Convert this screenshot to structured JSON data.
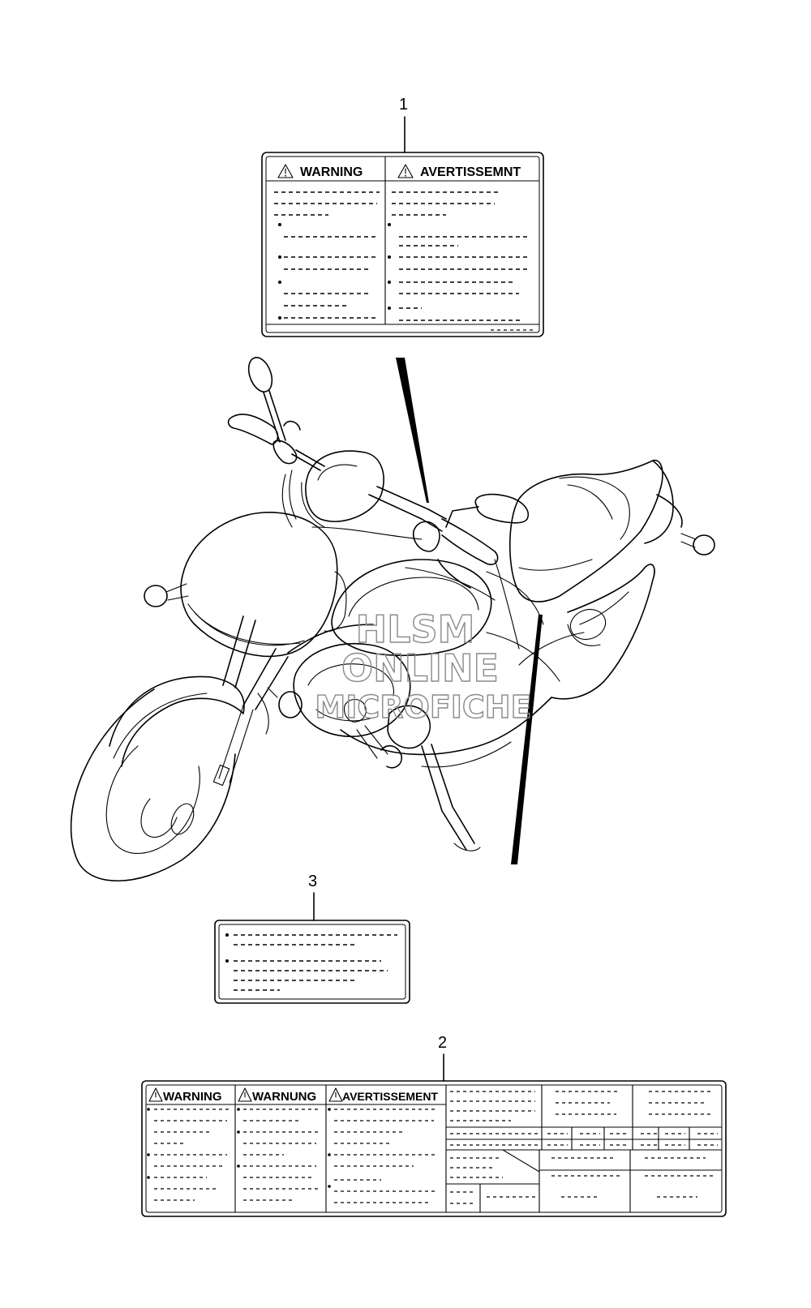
{
  "callouts": {
    "item1": "1",
    "item2": "2",
    "item3": "3"
  },
  "label1": {
    "left_heading": "WARNING",
    "right_heading": "AVERTISSEMNT"
  },
  "label2": {
    "heading_1": "WARNING",
    "heading_2": "WARNUNG",
    "heading_3": "AVERTISSEMENT"
  },
  "watermark": {
    "line1": "HLSM",
    "line2": "ONLINE",
    "line3": "MICROFICHE"
  },
  "icons": {
    "warning": "warning-triangle-icon"
  }
}
